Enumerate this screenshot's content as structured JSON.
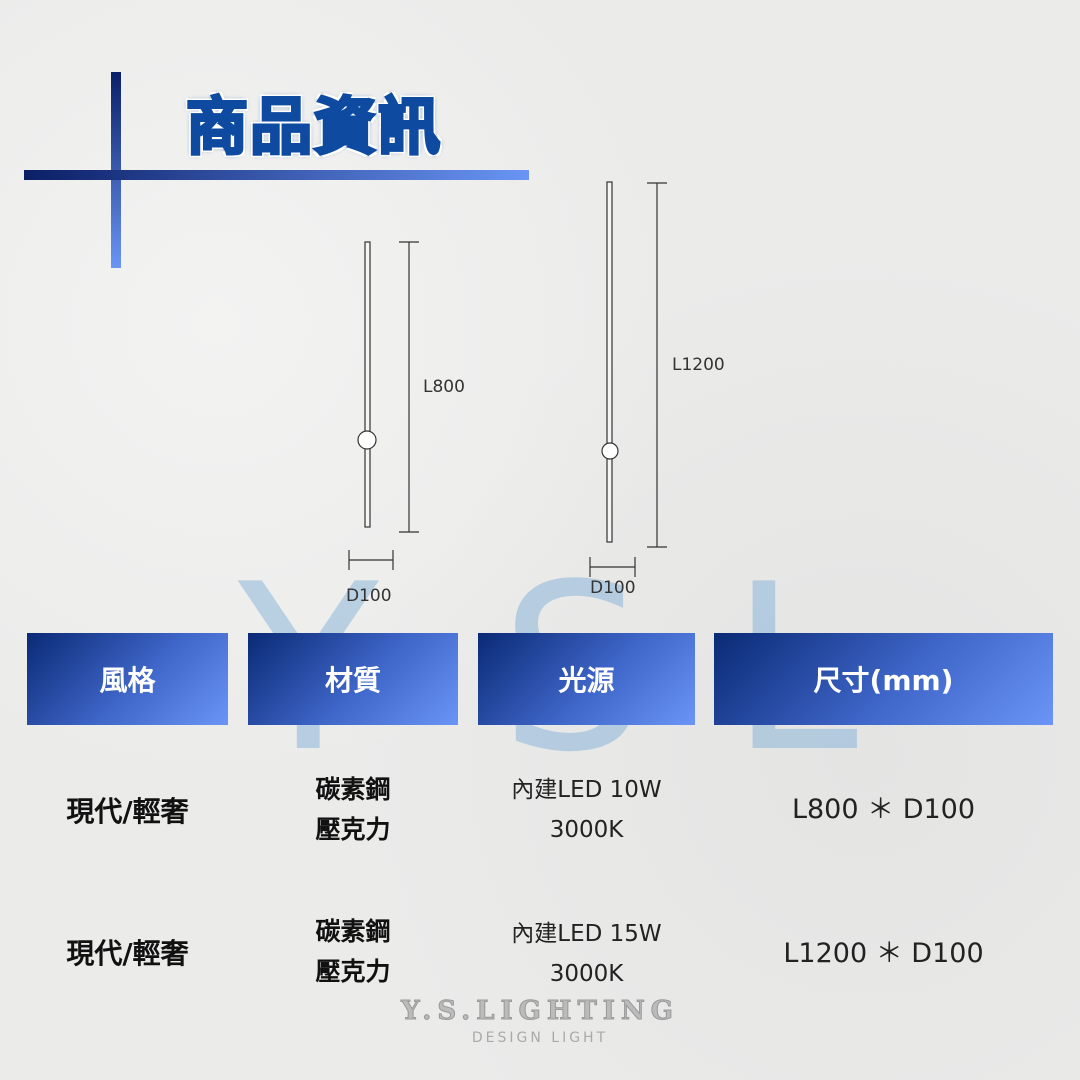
{
  "title": "商品資訊",
  "watermark": {
    "letters": [
      "Y",
      "S",
      "L"
    ]
  },
  "drawings": [
    {
      "length_label": "L800",
      "diameter_label": "D100"
    },
    {
      "length_label": "L1200",
      "diameter_label": "D100"
    }
  ],
  "table": {
    "headers": [
      "風格",
      "材質",
      "光源",
      "尺寸(mm)"
    ],
    "rows": [
      {
        "style": "現代/輕奢",
        "material": [
          "碳素鋼",
          "壓克力"
        ],
        "light": [
          "內建LED 10W",
          "3000K"
        ],
        "size": "L800 ＊ D100"
      },
      {
        "style": "現代/輕奢",
        "material": [
          "碳素鋼",
          "壓克力"
        ],
        "light": [
          "內建LED 15W",
          "3000K"
        ],
        "size": "L1200 ＊ D100"
      }
    ]
  },
  "logo": {
    "name": "Y.S.LIGHTING",
    "tagline": "DESIGN LIGHT"
  },
  "colors": {
    "title": "#0d4aa0",
    "header_dark": "#0a2a75",
    "header_light": "#6a95f7"
  }
}
